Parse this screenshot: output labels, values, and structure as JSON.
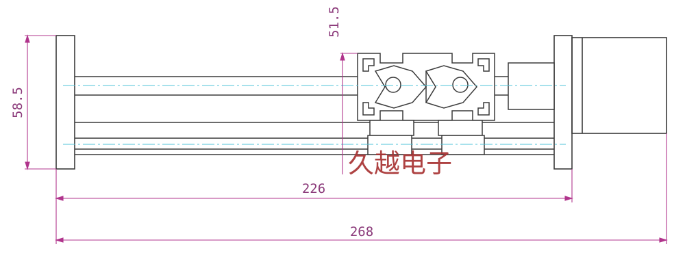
{
  "dimensions": {
    "total_length": "268",
    "rail_length": "226",
    "height": "58.5",
    "carriage_height": "51.5"
  },
  "watermark": "久越电子",
  "colors": {
    "outline": "#3a3a3a",
    "centerline": "#4fc3d9",
    "dimension": "#b0348c",
    "dimension_text": "#8b3a7a",
    "watermark": "#a83232"
  }
}
